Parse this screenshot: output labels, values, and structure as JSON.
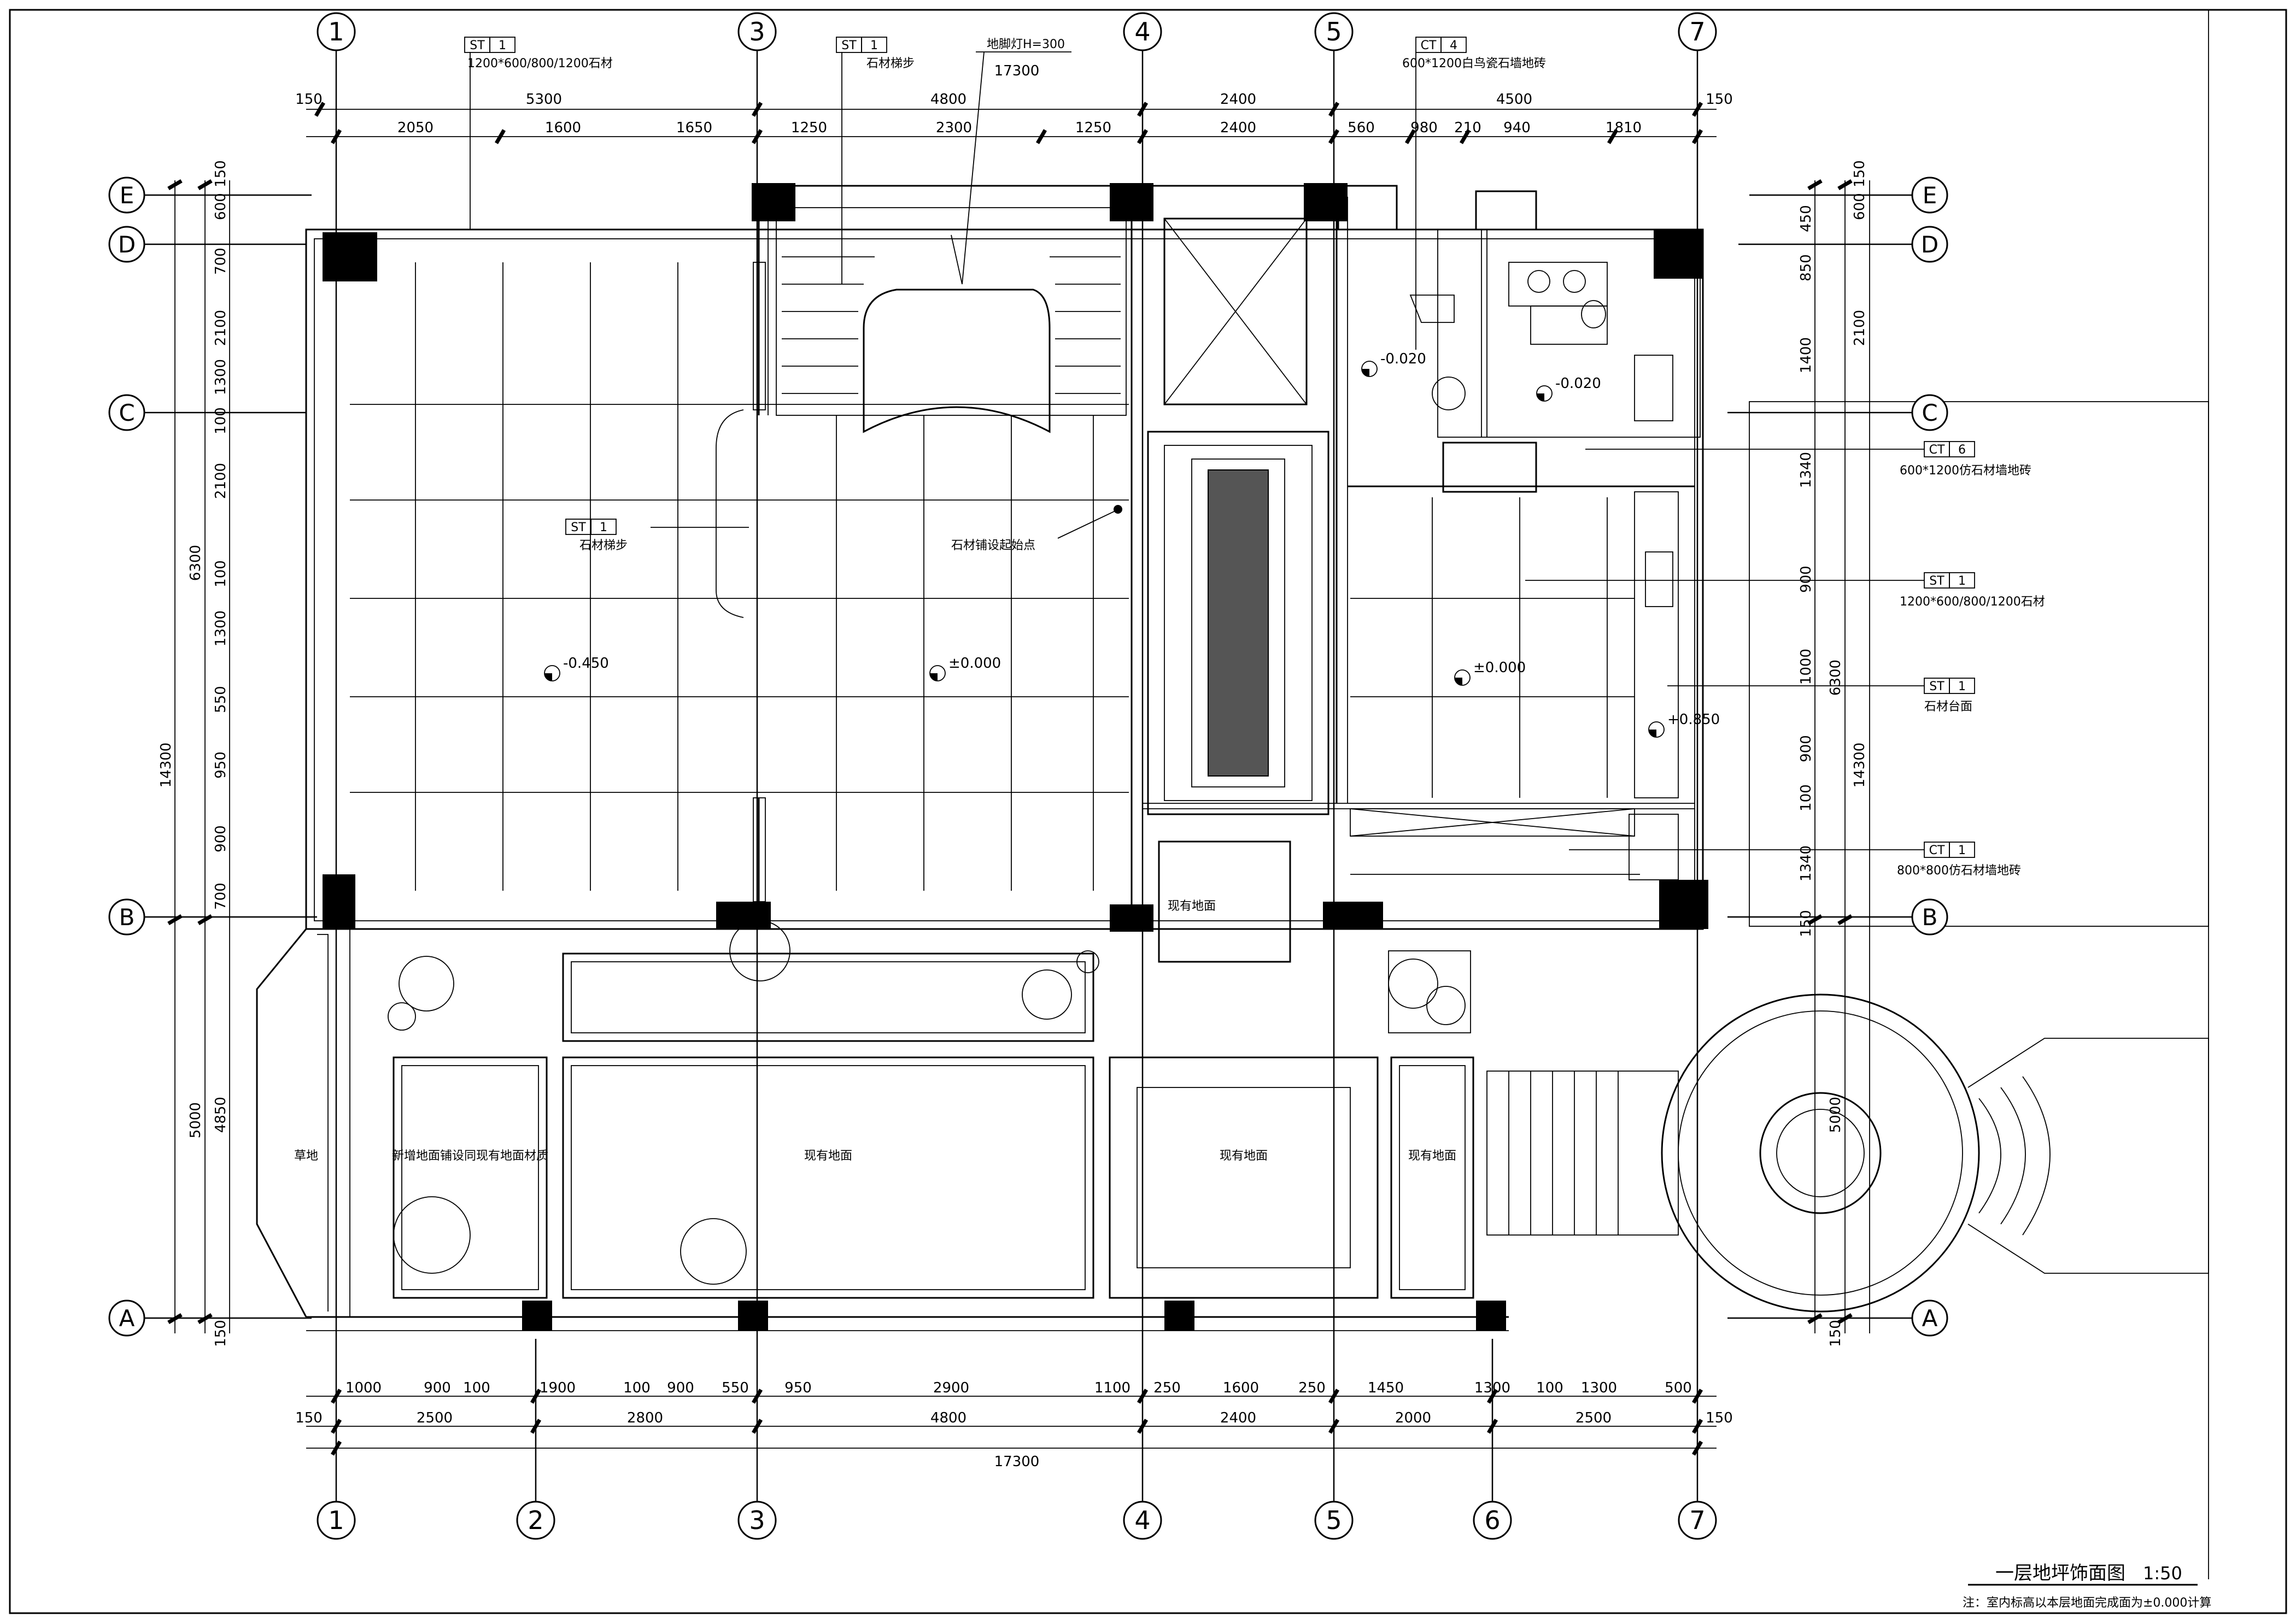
{
  "drawing": {
    "title": "一层地坪饰面图",
    "scale": "1:50",
    "note": "注：室内标高以本层地面完成面为±0.000计算"
  },
  "grid_axes": {
    "columns_top": [
      "1",
      "3",
      "4",
      "5",
      "7"
    ],
    "columns_bottom": [
      "1",
      "2",
      "3",
      "4",
      "5",
      "6",
      "7"
    ],
    "rows": [
      "E",
      "D",
      "C",
      "B",
      "A"
    ]
  },
  "dimensions": {
    "top_total": "17300",
    "top_overall": [
      "150",
      "5300",
      "4800",
      "2400",
      "4500",
      "150"
    ],
    "top_detail": [
      "2050",
      "1600",
      "1650",
      "1250",
      "2300",
      "1250",
      "2400",
      "560",
      "980",
      "210",
      "940",
      "1810"
    ],
    "bottom_detail": [
      "1000",
      "900",
      "100",
      "1900",
      "100",
      "900",
      "550",
      "950",
      "2900",
      "1100",
      "250",
      "1600",
      "250",
      "1450",
      "1300",
      "100",
      "1300",
      "500"
    ],
    "bottom_overall": [
      "150",
      "2500",
      "2800",
      "4800",
      "2400",
      "2000",
      "2500",
      "150"
    ],
    "bottom_total": "17300",
    "left_detail": [
      "150",
      "600",
      "700",
      "2100",
      "1300",
      "100",
      "2100",
      "100",
      "1300",
      "550",
      "950",
      "900",
      "700",
      "4850",
      "150"
    ],
    "left_overall": [
      "14300",
      "6300",
      "5000"
    ],
    "right_detail": [
      "150",
      "600",
      "450",
      "850",
      "2100",
      "1400",
      "1340",
      "900",
      "1000",
      "900",
      "100",
      "1340",
      "150",
      "5000",
      "150"
    ],
    "right_overall": [
      "14300",
      "6300"
    ]
  },
  "tags": [
    {
      "code": "ST",
      "num": "1",
      "text": "1200*600/800/1200石材"
    },
    {
      "code": "ST",
      "num": "1",
      "text": "石材梯步"
    },
    {
      "code": "",
      "num": "",
      "text": "地脚灯H=300"
    },
    {
      "code": "CT",
      "num": "4",
      "text": "600*1200白鸟瓷石墙地砖"
    },
    {
      "code": "CT",
      "num": "6",
      "text": "600*1200仿石材墙地砖"
    },
    {
      "code": "ST",
      "num": "1",
      "text": "1200*600/800/1200石材"
    },
    {
      "code": "ST",
      "num": "1",
      "text": "石材台面"
    },
    {
      "code": "CT",
      "num": "1",
      "text": "800*800仿石材墙地砖"
    },
    {
      "code": "ST",
      "num": "1",
      "text": "石材梯步"
    }
  ],
  "labels": {
    "stone_start": "石材铺设起始点",
    "existing_1": "现有地面",
    "existing_2": "现有地面",
    "existing_3": "现有地面",
    "existing_4": "现有地面",
    "new_ground": "新增地面铺设同现有地面材质",
    "lawn": "草地"
  },
  "elevations": [
    "-0.450",
    "±0.000",
    "±0.000",
    "+0.850",
    "-0.020",
    "-0.020"
  ]
}
